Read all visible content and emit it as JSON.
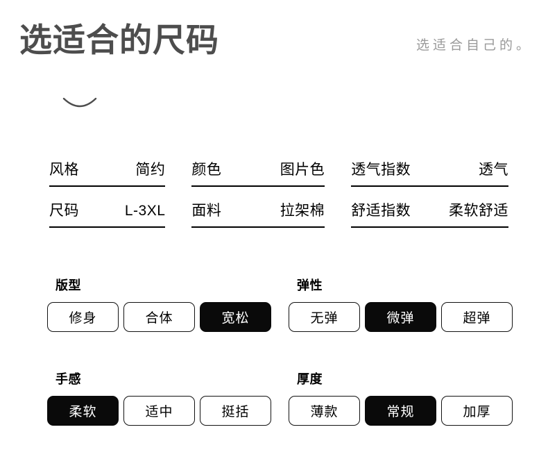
{
  "header": {
    "title": "选适合的尺码",
    "subtitle": "选适合自己的。"
  },
  "decoration": {
    "arc_icon": "smile-arc-icon"
  },
  "spec_table": {
    "rows": [
      [
        {
          "label": "风格",
          "value": "简约"
        },
        {
          "label": "颜色",
          "value": "图片色"
        },
        {
          "label": "透气指数",
          "value": "透气"
        }
      ],
      [
        {
          "label": "尺码",
          "value": "L-3XL"
        },
        {
          "label": "面料",
          "value": "拉架棉"
        },
        {
          "label": "舒适指数",
          "value": "柔软舒适"
        }
      ]
    ]
  },
  "option_groups": [
    {
      "label": "版型",
      "options": [
        {
          "label": "修身",
          "selected": false
        },
        {
          "label": "合体",
          "selected": false
        },
        {
          "label": "宽松",
          "selected": true
        }
      ]
    },
    {
      "label": "弹性",
      "options": [
        {
          "label": "无弹",
          "selected": false
        },
        {
          "label": "微弹",
          "selected": true
        },
        {
          "label": "超弹",
          "selected": false
        }
      ]
    },
    {
      "label": "手感",
      "options": [
        {
          "label": "柔软",
          "selected": true
        },
        {
          "label": "适中",
          "selected": false
        },
        {
          "label": "挺括",
          "selected": false
        }
      ]
    },
    {
      "label": "厚度",
      "options": [
        {
          "label": "薄款",
          "selected": false
        },
        {
          "label": "常规",
          "selected": true
        },
        {
          "label": "加厚",
          "selected": false
        }
      ]
    }
  ],
  "colors": {
    "title": "#4d4d4d",
    "subtitle": "#9a9a9a",
    "text": "#000000",
    "selected_bg": "#0a0a0a",
    "selected_text": "#ffffff",
    "border": "#111111",
    "background": "#ffffff"
  }
}
